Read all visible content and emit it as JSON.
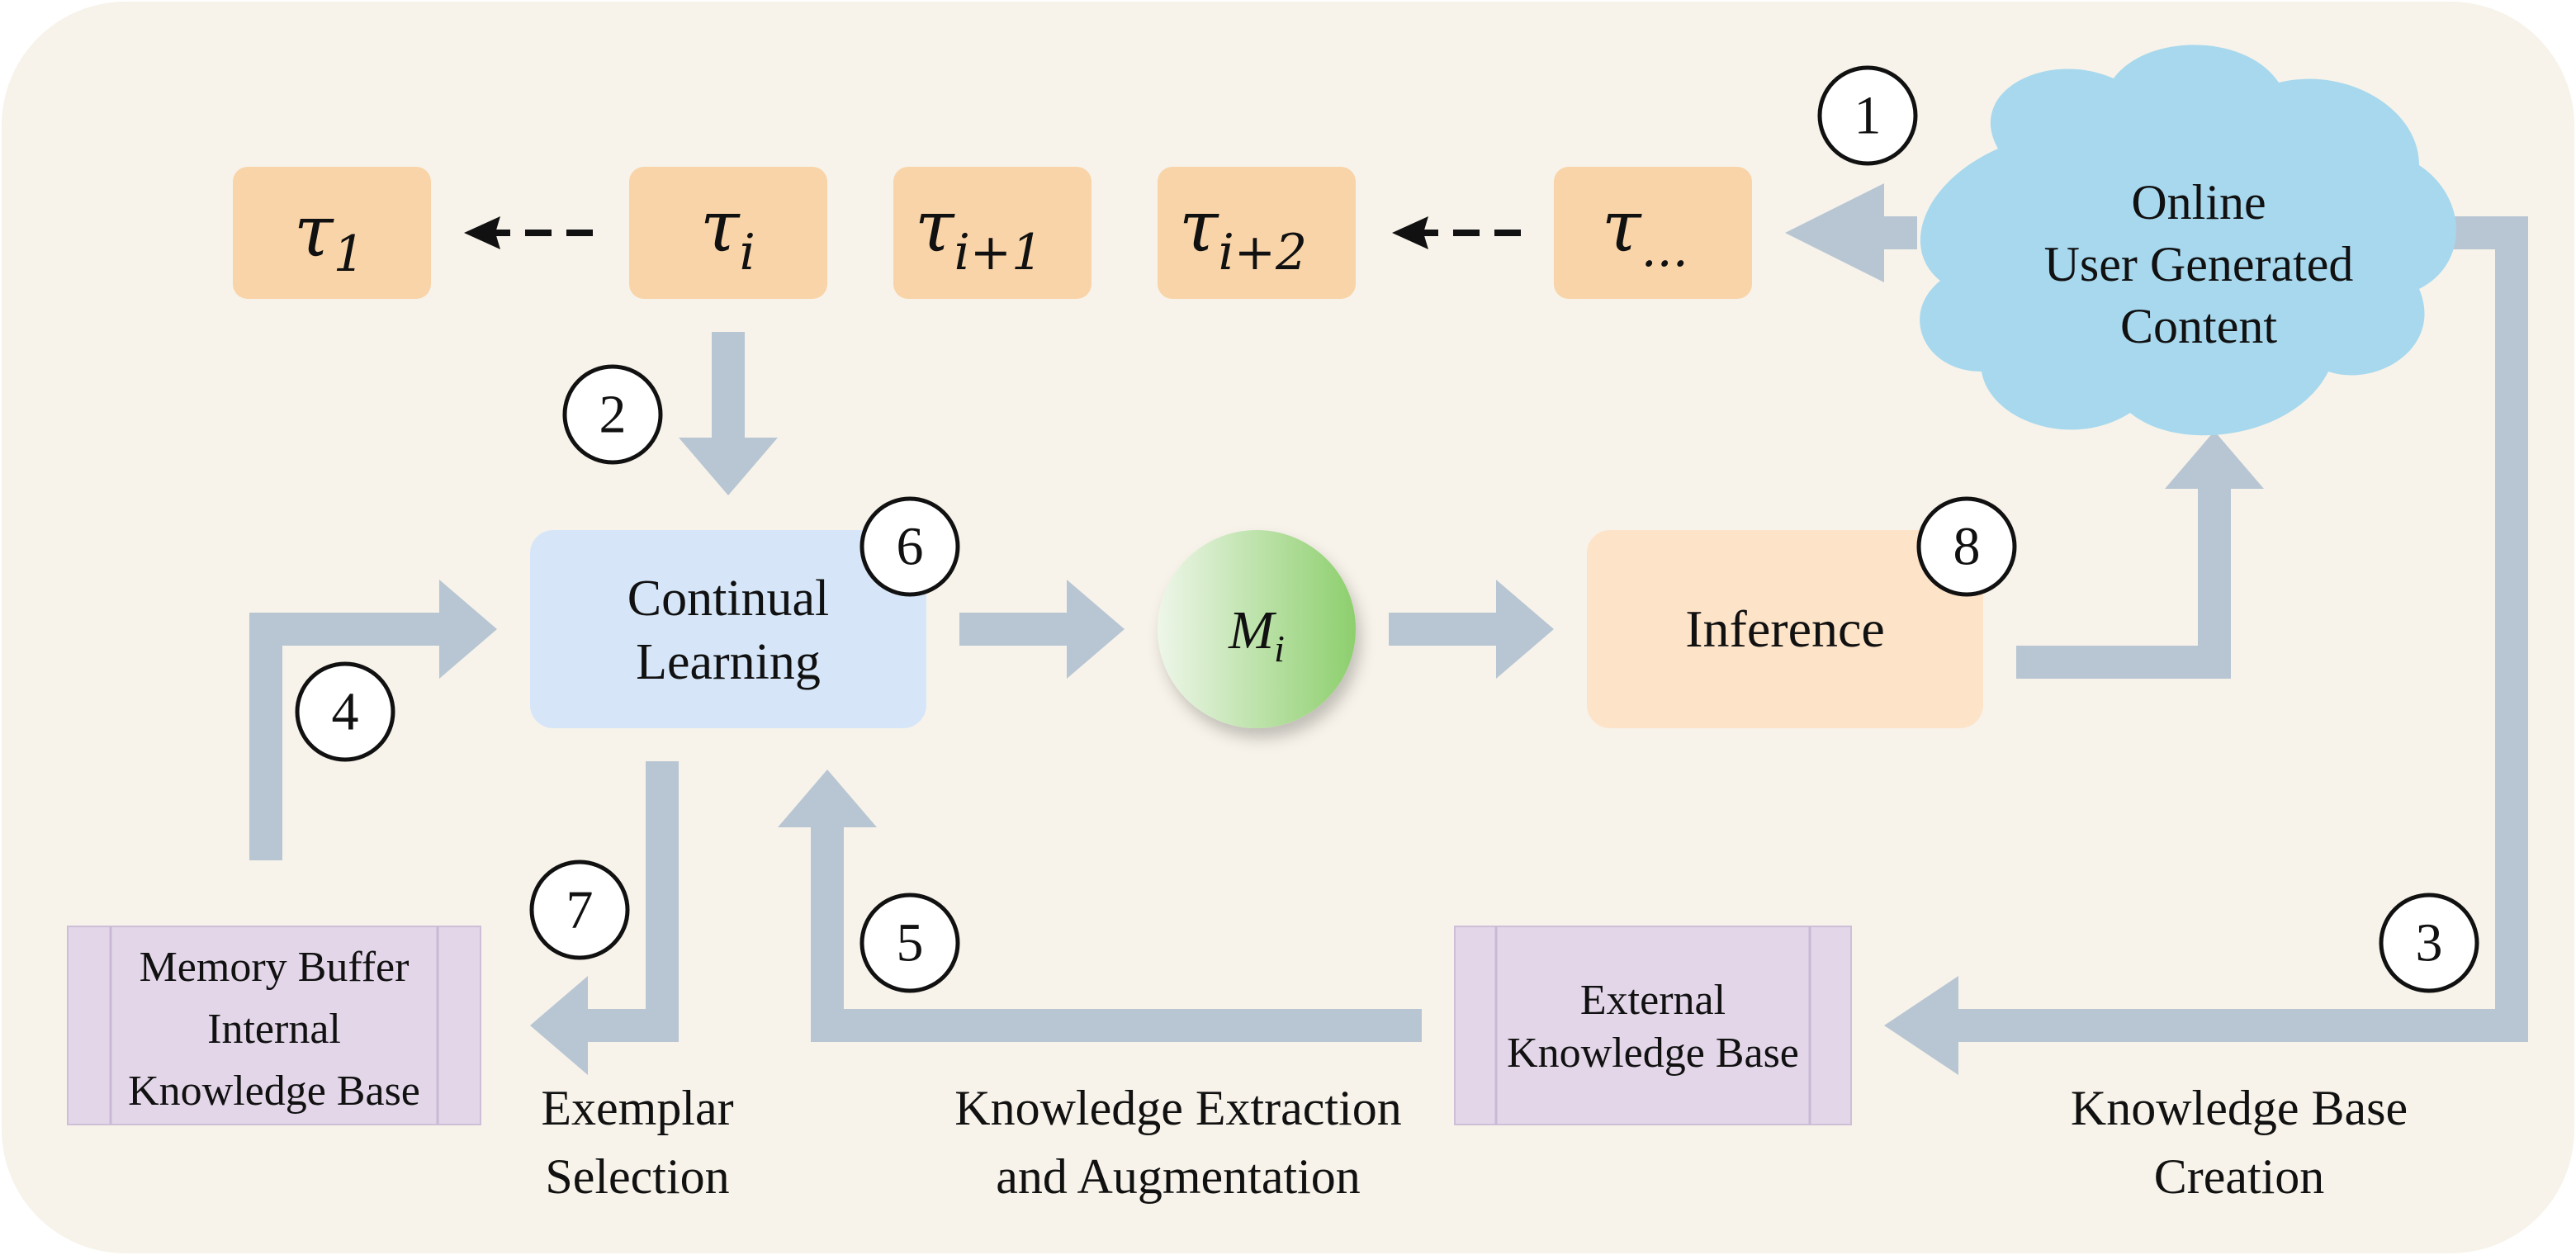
{
  "tasks": [
    {
      "symbol": "τ",
      "subscript": "1",
      "subscript_italic_part": ""
    },
    {
      "symbol": "τ",
      "subscript": "",
      "subscript_italic_part": "i"
    },
    {
      "symbol": "τ",
      "subscript": "+1",
      "subscript_italic_part": "i"
    },
    {
      "symbol": "τ",
      "subscript": "+2",
      "subscript_italic_part": "i"
    },
    {
      "symbol": "τ",
      "subscript": "...",
      "subscript_italic_part": ""
    }
  ],
  "cloud": {
    "line1": "Online",
    "line2": "User Generated",
    "line3": "Content"
  },
  "continual_learning": {
    "line1": "Continual",
    "line2": "Learning"
  },
  "model": {
    "symbol": "M",
    "subscript": "i"
  },
  "inference": {
    "label": "Inference"
  },
  "memory_buffer": {
    "line1": "Memory Buffer",
    "line2": "Internal",
    "line3": "Knowledge Base"
  },
  "external_kb": {
    "line1": "External",
    "line2": "Knowledge Base"
  },
  "captions": {
    "exemplar_line1": "Exemplar",
    "exemplar_line2": "Selection",
    "extraction_line1": "Knowledge Extraction",
    "extraction_line2": "and Augmentation",
    "creation_line1": "Knowledge Base",
    "creation_line2": "Creation"
  },
  "steps": [
    "1",
    "2",
    "3",
    "4",
    "5",
    "6",
    "7",
    "8"
  ],
  "colors": {
    "background": "#f7f3ea",
    "task_box": "#f8d4a8",
    "cloud": "#a7d8ee",
    "learning_box": "#d6e6f8",
    "inference_box": "#fde3c8",
    "kb_box": "#e2d6e8",
    "arrow": "#b8c6d3",
    "model_light": "#e8f3e2",
    "model_dark": "#8fcf72"
  }
}
